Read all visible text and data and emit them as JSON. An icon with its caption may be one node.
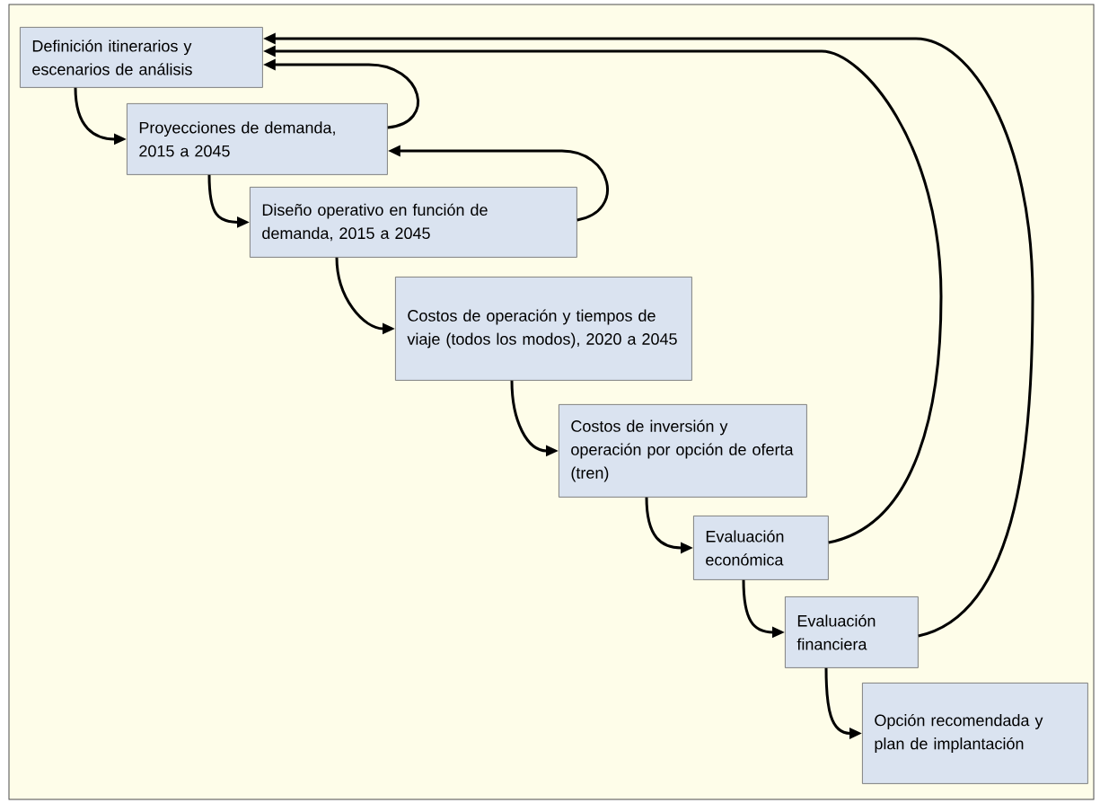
{
  "diagram": {
    "nodes": [
      {
        "text": [
          "Definición itinerarios y escenarios de análisis"
        ]
      },
      {
        "text": [
          "Proyecciones de demanda,  2015 a 2045"
        ]
      },
      {
        "text": [
          "Diseño operativo en función de demanda, 2015 a 2045"
        ]
      },
      {
        "text": [
          "Costos de operación y tiempos de viaje (todos los modos),  2020 a 2045"
        ]
      },
      {
        "text": [
          "Costos de inversión y operación por opción de oferta (tren)"
        ]
      },
      {
        "text": [
          "Evaluación económica"
        ]
      },
      {
        "text": [
          "Evaluación financiera"
        ]
      },
      {
        "text": [
          "Opción recomendada y plan de implantación"
        ]
      }
    ],
    "edges": [
      {
        "from": 0,
        "to": 1,
        "arrow": "to"
      },
      {
        "from": 1,
        "to": 2,
        "arrow": "to"
      },
      {
        "from": 2,
        "to": 3,
        "arrow": "to"
      },
      {
        "from": 3,
        "to": 4,
        "arrow": "to"
      },
      {
        "from": 4,
        "to": 5,
        "arrow": "to"
      },
      {
        "from": 5,
        "to": 6,
        "arrow": "to"
      },
      {
        "from": 6,
        "to": 7,
        "arrow": "to"
      },
      {
        "from": 1,
        "to": 0,
        "arrow": "to"
      },
      {
        "from": 2,
        "to": 1,
        "arrow": "to"
      },
      {
        "from": 5,
        "to": 0,
        "arrow": "to"
      },
      {
        "from": 6,
        "to": 0,
        "arrow": "to"
      }
    ]
  }
}
